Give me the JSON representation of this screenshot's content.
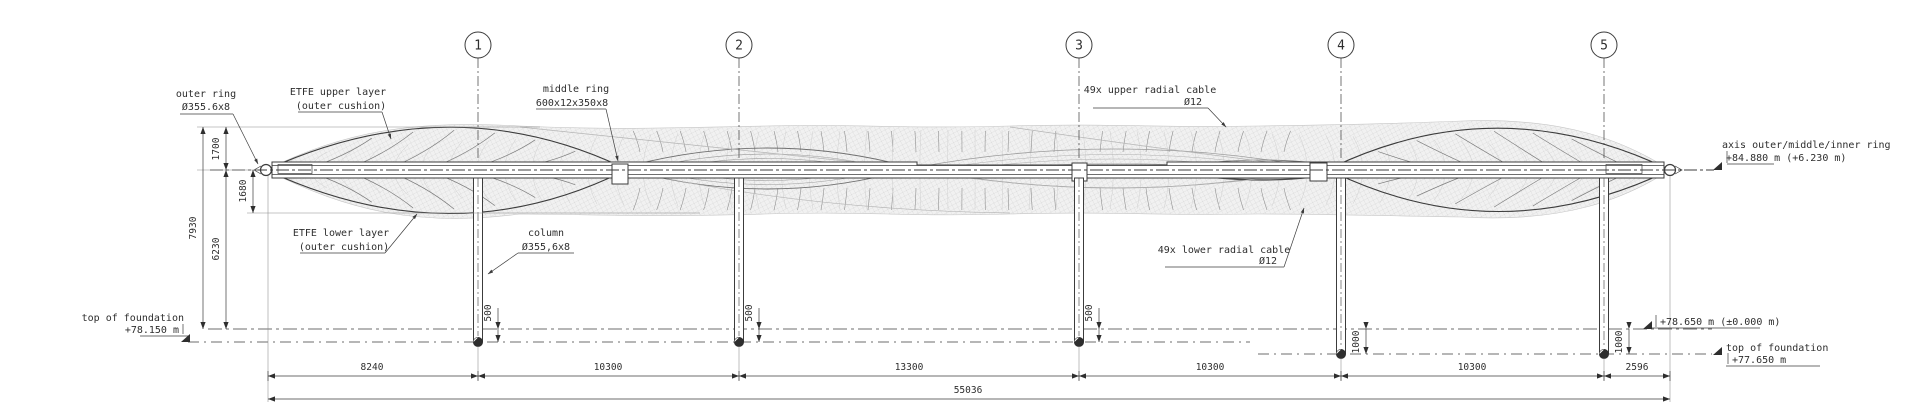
{
  "grid": [
    "1",
    "2",
    "3",
    "4",
    "5"
  ],
  "callouts": {
    "outer_ring": [
      "outer ring",
      "Ø355.6x8"
    ],
    "etfe_upper": [
      "ETFE upper layer",
      "(outer cushion)"
    ],
    "middle_ring": [
      "middle ring",
      "600x12x350x8"
    ],
    "upper_cable": [
      "49x upper radial cable",
      "Ø12"
    ],
    "etfe_lower": [
      "ETFE lower layer",
      "(outer cushion)"
    ],
    "column": [
      "column",
      "Ø355,6x8"
    ],
    "lower_cable": [
      "49x lower radial cable",
      "Ø12"
    ],
    "axis_ring": [
      "axis outer/middle/inner ring",
      "+84.880 m (+6.230 m)"
    ],
    "foundation_left": [
      "top of foundation",
      "+78.150 m"
    ],
    "datum_right": [
      "+78.650 m (±0.000 m)"
    ],
    "foundation_right": [
      "top of foundation",
      "+77.650 m"
    ]
  },
  "dims": {
    "vertical": {
      "total": "7930",
      "upper": "1700",
      "lower": "6230",
      "sag": "1680"
    },
    "embed": [
      "500",
      "500",
      "500",
      "1000",
      "1000"
    ],
    "spans": [
      "8240",
      "10300",
      "13300",
      "10300",
      "10300",
      "2596"
    ],
    "total_span": "55036"
  },
  "colors": {
    "line": "#3c3c3c",
    "light": "#b9b9b9",
    "mesh": "#d6d6d6",
    "text": "#2e2e2e",
    "fill": "#f1f1f1",
    "eye": "#9a9a9a"
  }
}
